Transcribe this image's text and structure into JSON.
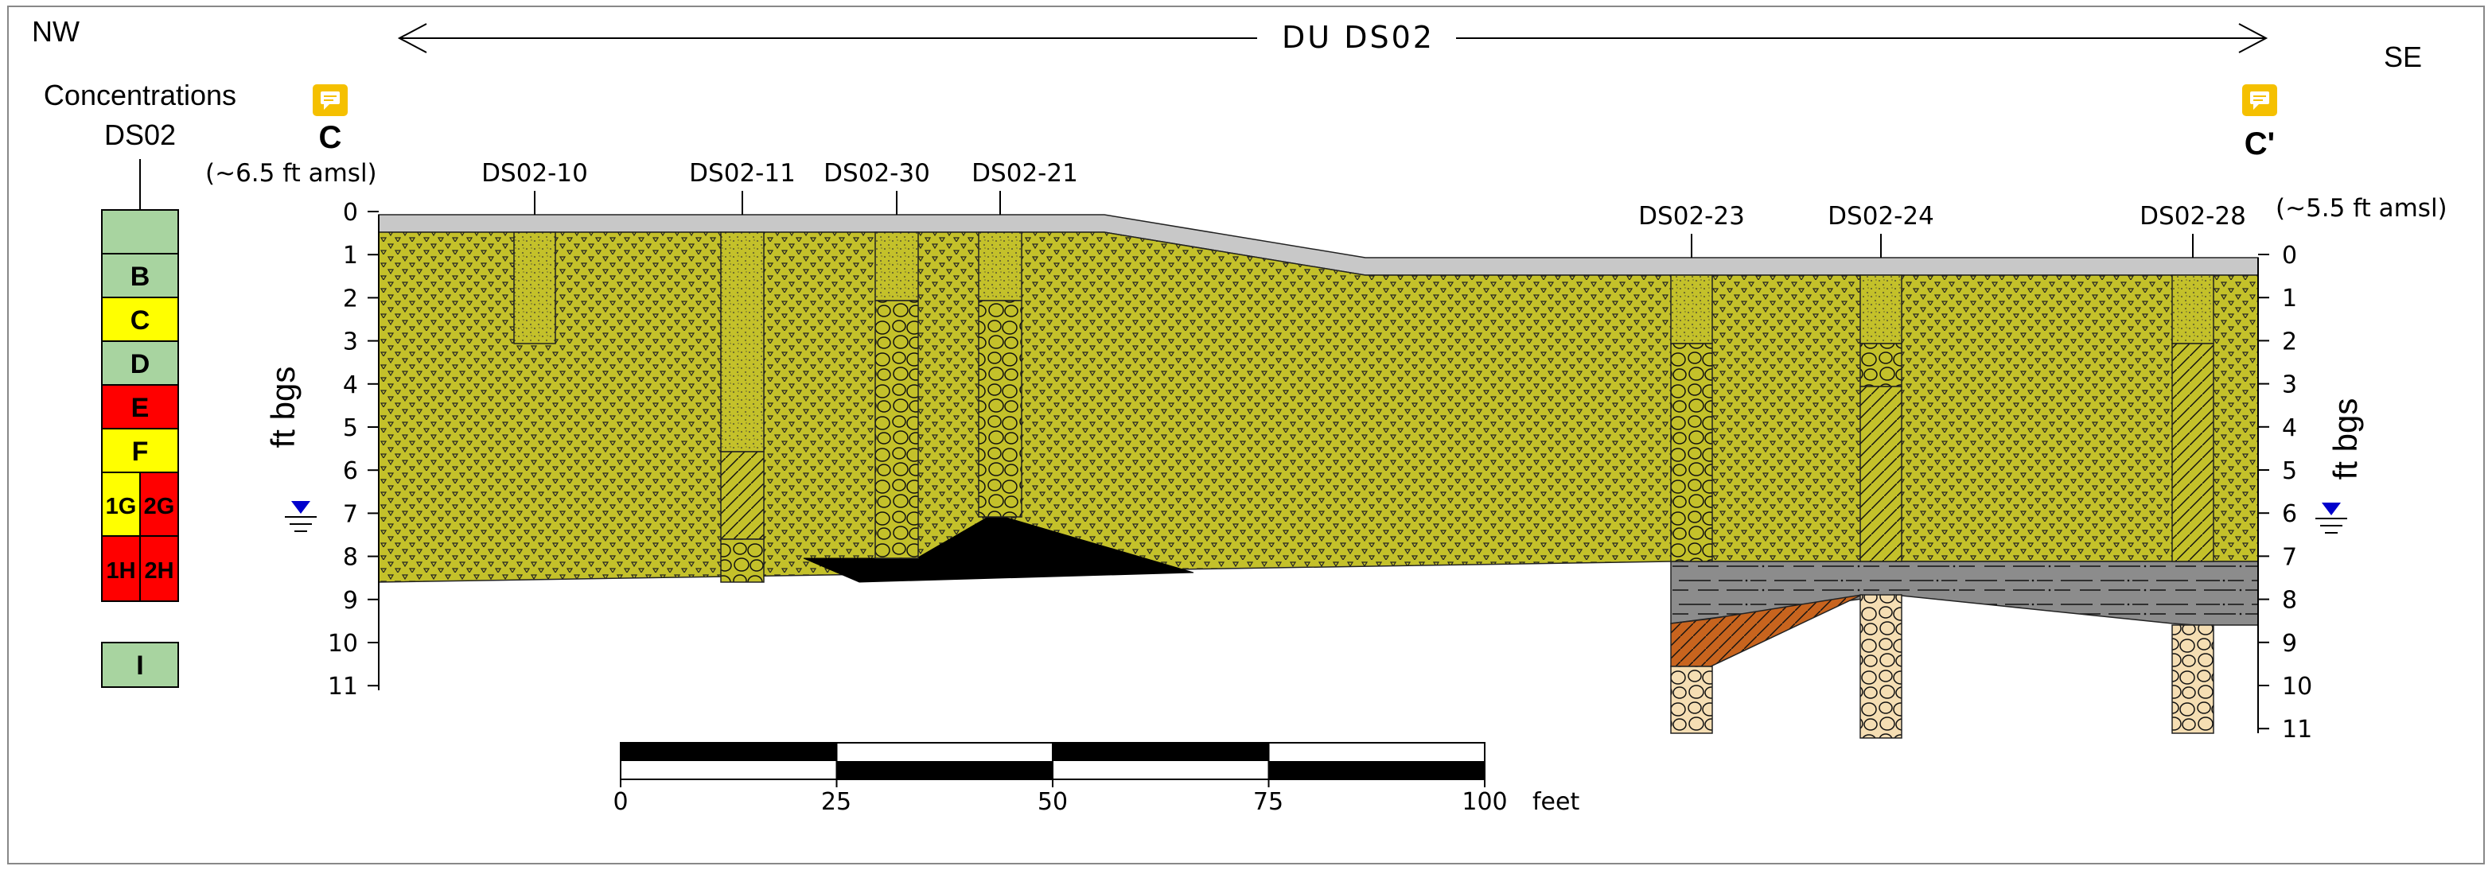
{
  "orientation": {
    "left": "NW",
    "right": "SE"
  },
  "unit_label": "DU DS02",
  "section": {
    "start": "C",
    "end": "C'",
    "elev_left": "(~6.5 ft amsl)",
    "elev_right": "(~5.5 ft amsl)"
  },
  "axis": {
    "title_left": "ft bgs",
    "title_right": "ft bgs",
    "left_ticks": [
      "0",
      "1",
      "2",
      "3",
      "4",
      "5",
      "6",
      "7",
      "8",
      "9",
      "10",
      "11"
    ],
    "right_ticks": [
      "0",
      "1",
      "2",
      "3",
      "4",
      "5",
      "6",
      "7",
      "8",
      "9",
      "10",
      "11"
    ]
  },
  "borings": [
    "DS02-10",
    "DS02-11",
    "DS02-30",
    "DS02-21",
    "DS02-23",
    "DS02-24",
    "DS02-28"
  ],
  "legend": {
    "title_line1": "Concentrations",
    "title_line2": "DS02",
    "rows": [
      {
        "label": "",
        "color": "#a8d4a0"
      },
      {
        "label": "B",
        "color": "#a8d4a0"
      },
      {
        "label": "C",
        "color": "#ffff00"
      },
      {
        "label": "D",
        "color": "#a8d4a0"
      },
      {
        "label": "E",
        "color": "#ff0000"
      },
      {
        "label": "F",
        "color": "#ffff00"
      },
      {
        "label": "1G",
        "color": "#ffff00",
        "label2": "2G",
        "color2": "#ff0000"
      },
      {
        "label": "1H",
        "color": "#ff0000",
        "label2": "2H",
        "color2": "#ff0000"
      }
    ],
    "extra": {
      "label": "I",
      "color": "#a8d4a0"
    }
  },
  "scale_bar": {
    "ticks": [
      "0",
      "25",
      "50",
      "75",
      "100"
    ],
    "unit": "feet"
  },
  "colors": {
    "fill_soil": "#c4c12a",
    "pavement": "#c8c8c8",
    "clay_gray": "#8c8c8c",
    "brown": "#c8641e",
    "tan": "#f5deb3",
    "legend_green": "#a8d4a0",
    "legend_yellow": "#ffff00",
    "legend_red": "#ff0000",
    "comment_yellow": "#f5c000",
    "water_blue": "#0000cc"
  },
  "icons": [
    "comment-icon",
    "water-table-icon"
  ]
}
